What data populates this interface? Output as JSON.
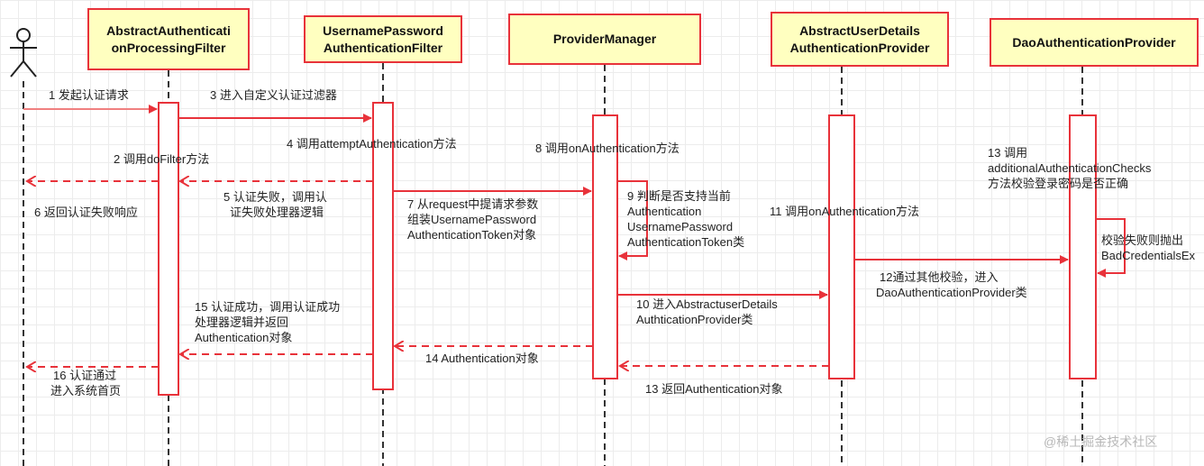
{
  "participants": [
    {
      "id": "filter",
      "line1": "AbstractAuthenticati",
      "line2": "onProcessingFilter"
    },
    {
      "id": "upfilter",
      "line1": "UsernamePassword",
      "line2": "AuthenticationFilter"
    },
    {
      "id": "manager",
      "line1": "ProviderManager",
      "line2": ""
    },
    {
      "id": "abstractprovider",
      "line1": "AbstractUserDetails",
      "line2": "AuthenticationProvider"
    },
    {
      "id": "daoprovider",
      "line1": "DaoAuthenticationProvider",
      "line2": ""
    }
  ],
  "messages": {
    "m1": "1 发起认证请求",
    "m2": "2 调用doFilter方法",
    "m3": "3 进入自定义认证过滤器",
    "m4": "4 调用attemptAuthentication方法",
    "m5a": "5 认证失败，调用认",
    "m5b": "证失败处理器逻辑",
    "m6": "6 返回认证失败响应",
    "m7a": "7 从request中提请求参数",
    "m7b": "组装UsernamePassword",
    "m7c": "AuthenticationToken对象",
    "m8": "8 调用onAuthentication方法",
    "m9a": "9 判断是否支持当前",
    "m9b": "Authentication",
    "m9c": "UsernamePassword",
    "m9d": "AuthenticationToken类",
    "m10a": "10 进入AbstractuserDetails",
    "m10b": "AuthticationProvider类",
    "m11": "11 调用onAuthentication方法",
    "m12a": "12通过其他校验，进入",
    "m12b": "DaoAuthenticationProvider类",
    "m13a": "13 调用",
    "m13b": "additionalAuthenticationChecks",
    "m13c": "方法校验登录密码是否正确",
    "m13fa": "校验失败则抛出",
    "m13fb": "BadCredentialsEx",
    "m13r": "13 返回Authentication对象",
    "m14": "14 Authentication对象",
    "m15a": "15 认证成功，调用认证成功",
    "m15b": "处理器逻辑并返回",
    "m15c": "Authentication对象",
    "m16a": "16 认证通过",
    "m16b": "进入系统首页"
  },
  "watermark": "@稀土掘金技术社区",
  "colors": {
    "accent": "#e8323a",
    "box_fill": "#ffffc0",
    "line": "#333333"
  }
}
